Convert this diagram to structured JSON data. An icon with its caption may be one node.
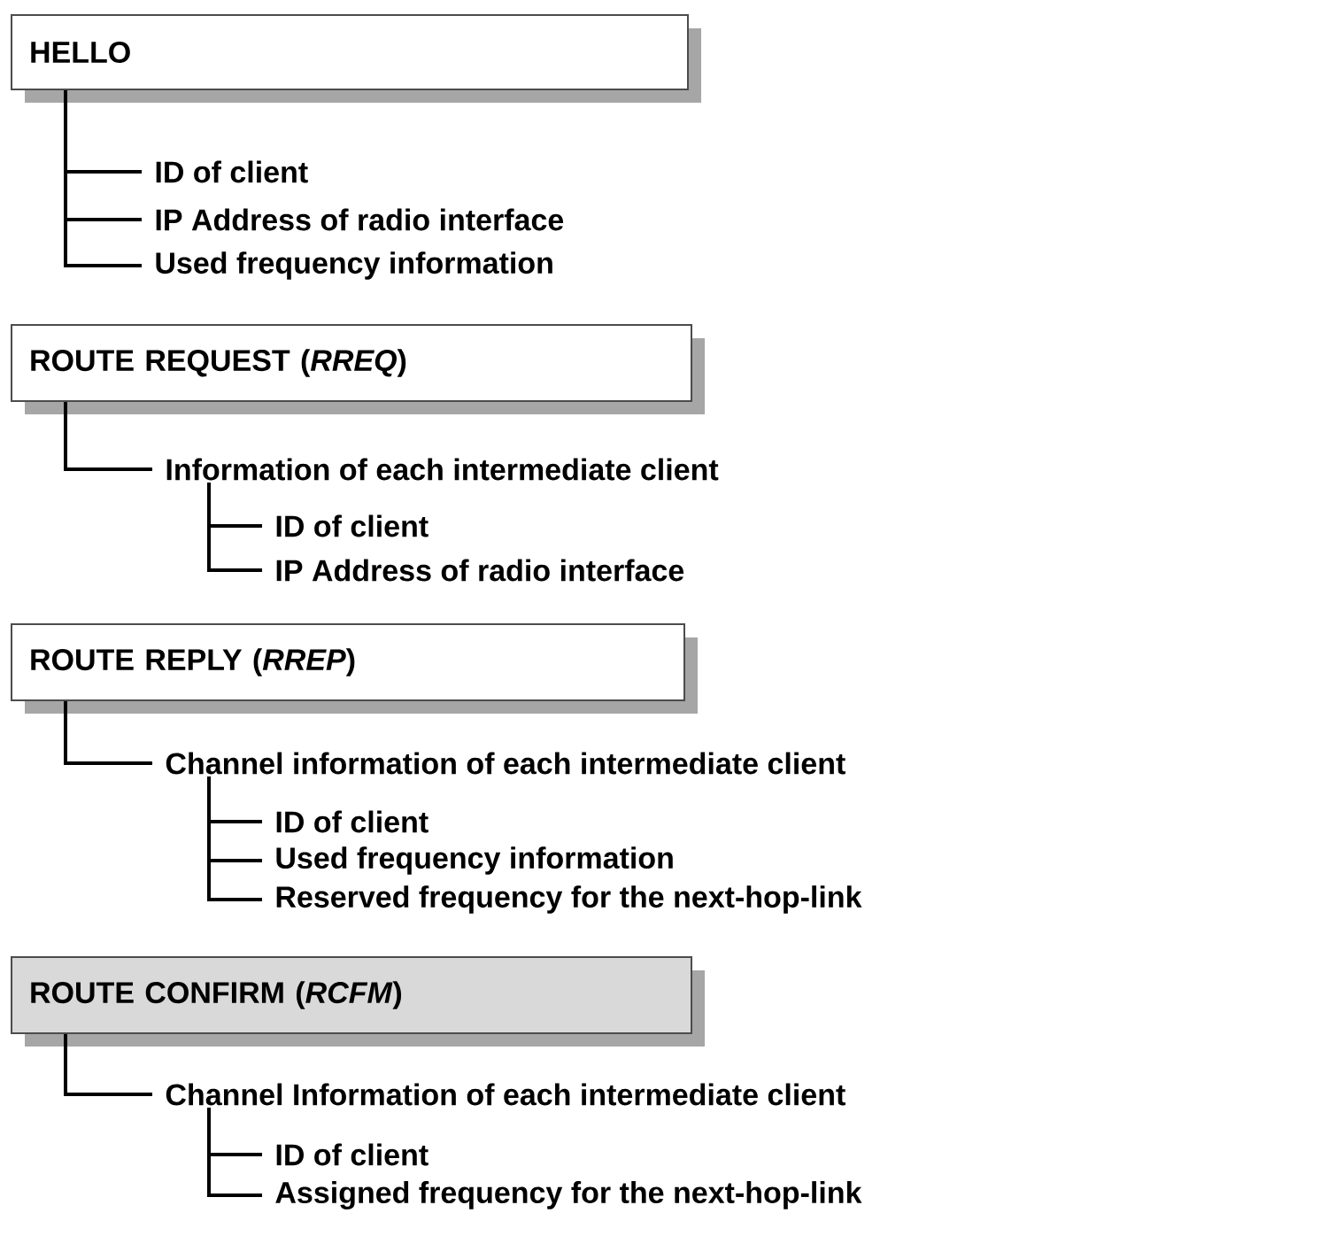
{
  "diagram": {
    "nodes": [
      {
        "text": [
          "HELLO"
        ]
      },
      {
        "text": [
          "ID of client"
        ]
      },
      {
        "text": [
          "IP Address of radio interface"
        ]
      },
      {
        "text": [
          "Used frequency information"
        ]
      },
      {
        "text": [
          "ROUTE REQUEST (*RREQ*)"
        ]
      },
      {
        "text": [
          "Information of each intermediate client"
        ]
      },
      {
        "text": [
          "ID of client"
        ]
      },
      {
        "text": [
          "IP Address of radio interface"
        ]
      },
      {
        "text": [
          "ROUTE REPLY (*RREP*)"
        ]
      },
      {
        "text": [
          "Channel information of each intermediate client"
        ]
      },
      {
        "text": [
          "ID of client"
        ]
      },
      {
        "text": [
          "Used frequency information"
        ]
      },
      {
        "text": [
          "Reserved frequency for the next-hop-link"
        ]
      },
      {
        "text": [
          "ROUTE CONFIRM (*RCFM*)"
        ]
      },
      {
        "text": [
          "Channel Information of each intermediate client"
        ]
      },
      {
        "text": [
          "ID of client"
        ]
      },
      {
        "text": [
          "Assigned frequency for the next-hop-link"
        ]
      }
    ],
    "edges": [
      {
        "from": 0,
        "to": 1,
        "arrow": "none"
      },
      {
        "from": 0,
        "to": 2,
        "arrow": "none"
      },
      {
        "from": 0,
        "to": 3,
        "arrow": "none"
      },
      {
        "from": 4,
        "to": 5,
        "arrow": "none"
      },
      {
        "from": 5,
        "to": 6,
        "arrow": "none"
      },
      {
        "from": 5,
        "to": 7,
        "arrow": "none"
      },
      {
        "from": 8,
        "to": 9,
        "arrow": "none"
      },
      {
        "from": 9,
        "to": 10,
        "arrow": "none"
      },
      {
        "from": 9,
        "to": 11,
        "arrow": "none"
      },
      {
        "from": 9,
        "to": 12,
        "arrow": "none"
      },
      {
        "from": 13,
        "to": 14,
        "arrow": "none"
      },
      {
        "from": 14,
        "to": 15,
        "arrow": "none"
      },
      {
        "from": 14,
        "to": 16,
        "arrow": "none"
      }
    ]
  }
}
